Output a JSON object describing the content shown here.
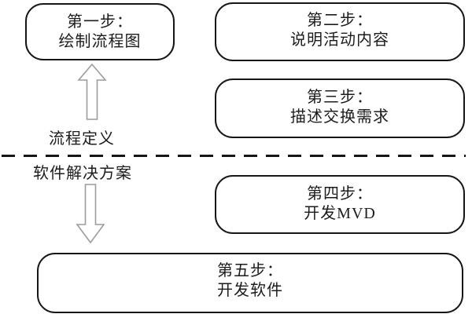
{
  "figure": {
    "background": "#ffffff",
    "border_color": "#161616",
    "text_color": "#1c1c1c",
    "arrow_outline_color": "#9c9c9c",
    "arrow_fill_color": "#ffffff"
  },
  "steps": {
    "step1": {
      "title": "第一步：",
      "desc": "绘制流程图"
    },
    "step2": {
      "title": "第二步：",
      "desc": "说明活动内容"
    },
    "step3": {
      "title": "第三步：",
      "desc": "描述交换需求"
    },
    "step4": {
      "title": "第四步：",
      "desc": "开发MVD"
    },
    "step5": {
      "title": "第五步：",
      "desc": "开发软件"
    }
  },
  "zones": {
    "upper_label": "流程定义",
    "lower_label": "软件解决方案"
  }
}
